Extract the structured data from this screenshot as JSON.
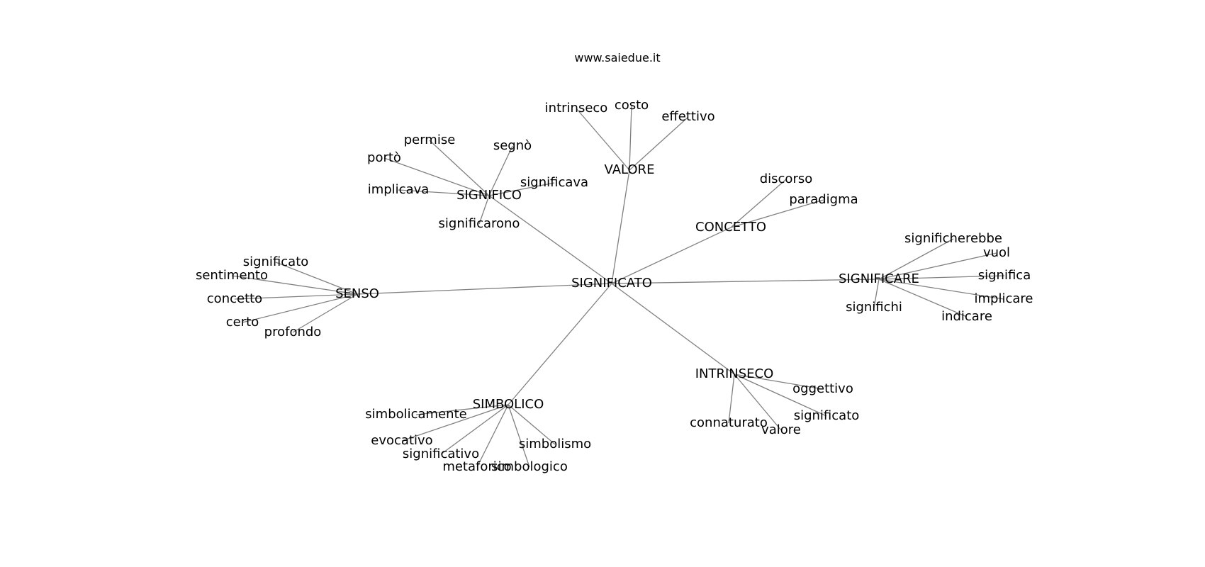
{
  "header": {
    "site": "www.saiedue.it"
  },
  "colors": {
    "edge": "#808080",
    "text": "#000000",
    "background": "#ffffff"
  },
  "graph": {
    "center": "SIGNIFICATO",
    "hubs": [
      {
        "label": "VALORE",
        "words": [
          "intrinseco",
          "costo",
          "effettivo"
        ]
      },
      {
        "label": "SIGNIFICO",
        "words": [
          "permise",
          "portò",
          "segnò",
          "implicava",
          "significava",
          "significarono"
        ]
      },
      {
        "label": "CONCETTO",
        "words": [
          "discorso",
          "paradigma"
        ]
      },
      {
        "label": "SIGNIFICARE",
        "words": [
          "significherebbe",
          "vuol",
          "significa",
          "implicare",
          "indicare",
          "significhi"
        ]
      },
      {
        "label": "SENSO",
        "words": [
          "significato",
          "sentimento",
          "concetto",
          "certo",
          "profondo"
        ]
      },
      {
        "label": "INTRINSECO",
        "words": [
          "oggettivo",
          "significato",
          "valore",
          "connaturato"
        ]
      },
      {
        "label": "SIMBOLICO",
        "words": [
          "simbolicamente",
          "evocativo",
          "significativo",
          "metaforico",
          "simbologico",
          "simbolismo"
        ]
      }
    ]
  }
}
